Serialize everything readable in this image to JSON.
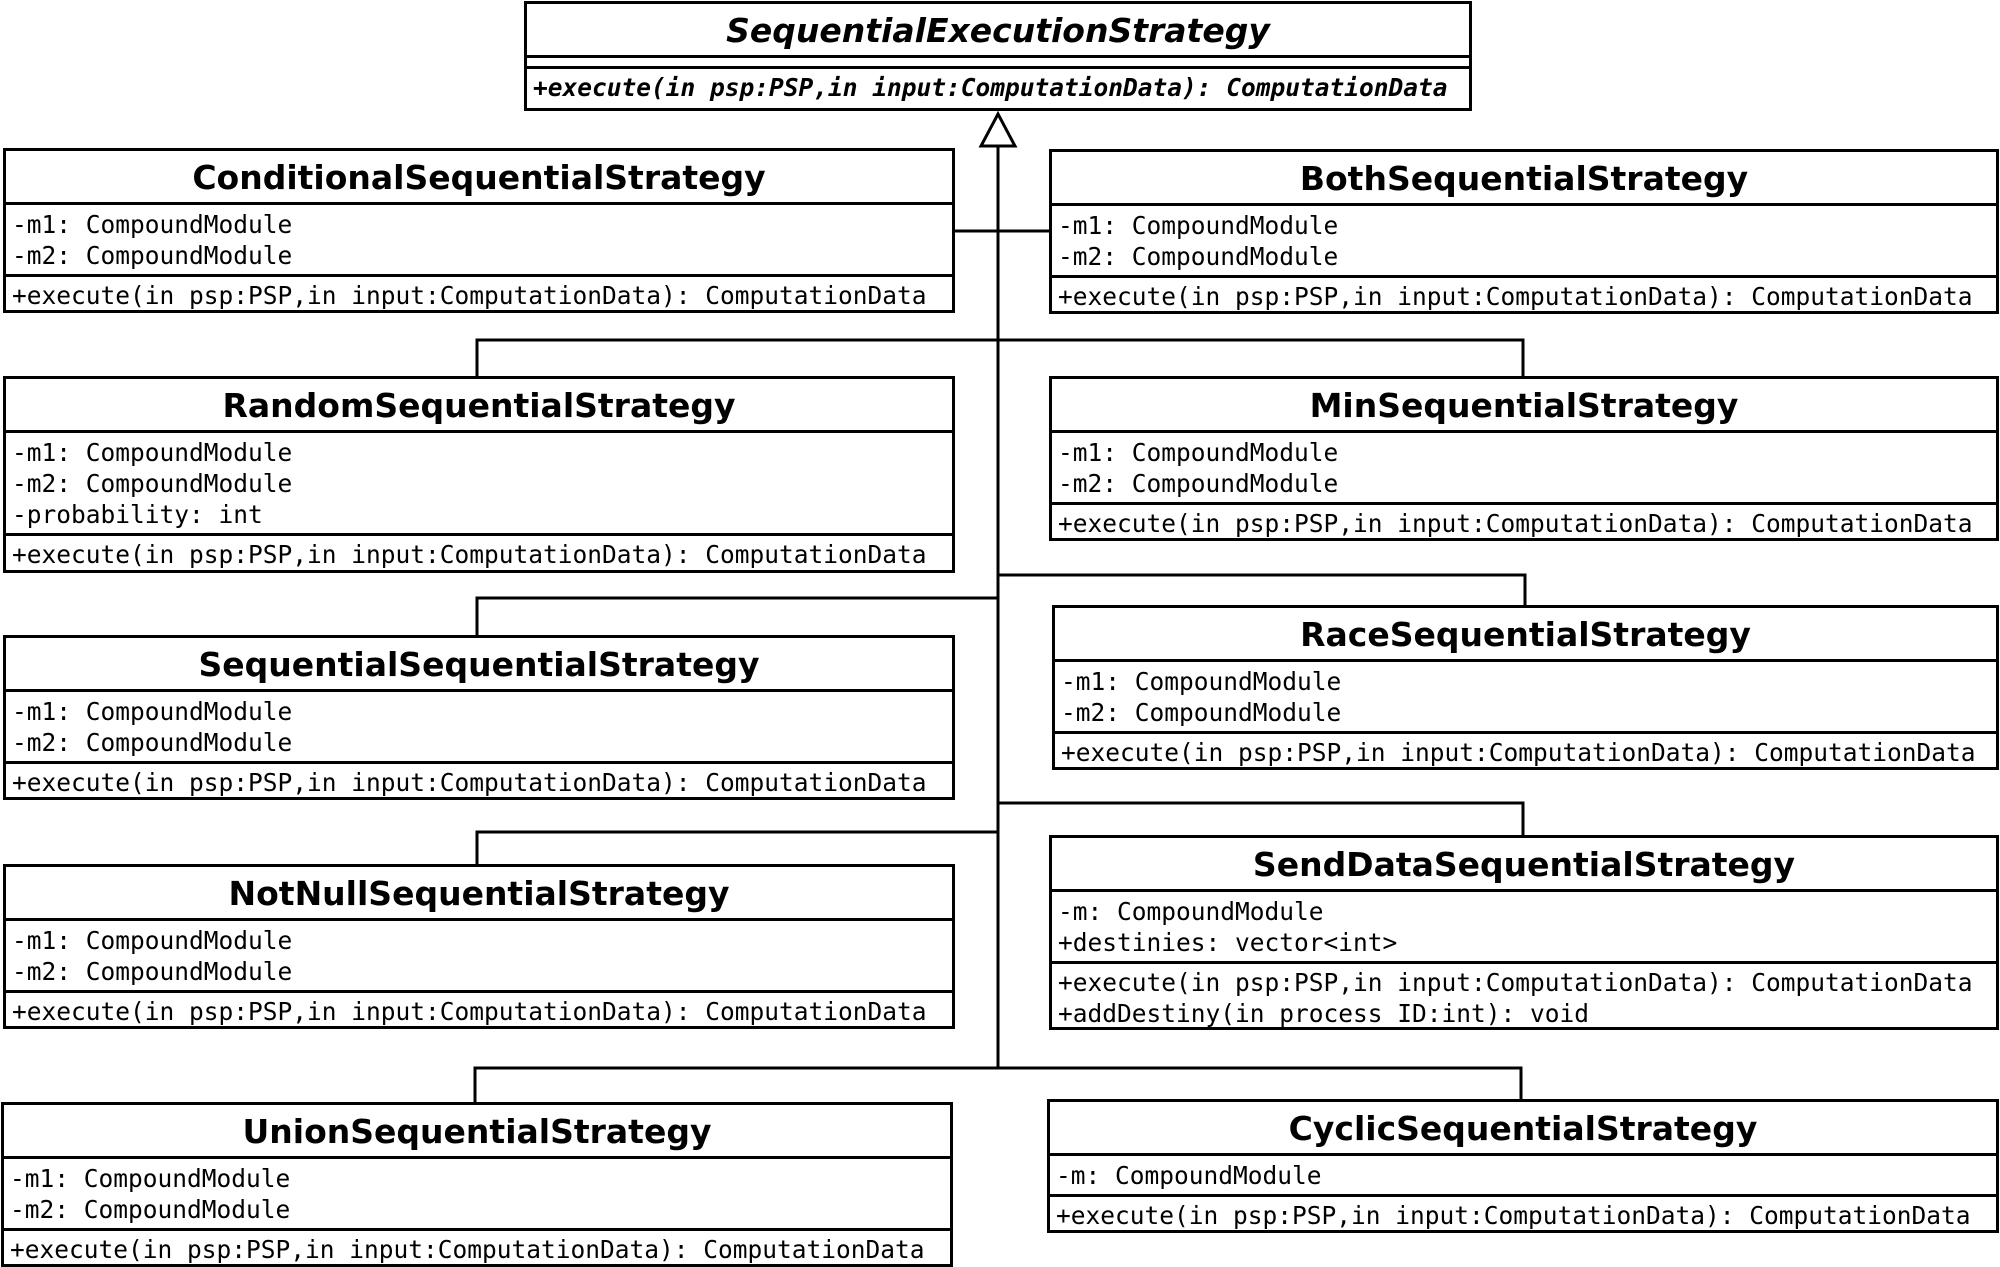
{
  "diagram": {
    "base": {
      "name": "SequentialExecutionStrategy",
      "attributes": [],
      "operations": [
        "+execute(in psp:PSP,in input:ComputationData): ComputationData"
      ]
    },
    "classes": [
      {
        "id": "conditional",
        "name": "ConditionalSequentialStrategy",
        "attributes": [
          "-m1: CompoundModule",
          "-m2: CompoundModule"
        ],
        "operations": [
          "+execute(in psp:PSP,in input:ComputationData): ComputationData"
        ]
      },
      {
        "id": "both",
        "name": "BothSequentialStrategy",
        "attributes": [
          "-m1: CompoundModule",
          "-m2: CompoundModule"
        ],
        "operations": [
          "+execute(in psp:PSP,in input:ComputationData): ComputationData"
        ]
      },
      {
        "id": "random",
        "name": "RandomSequentialStrategy",
        "attributes": [
          "-m1: CompoundModule",
          "-m2: CompoundModule",
          "-probability: int"
        ],
        "operations": [
          "+execute(in psp:PSP,in input:ComputationData): ComputationData"
        ]
      },
      {
        "id": "min",
        "name": "MinSequentialStrategy",
        "attributes": [
          "-m1: CompoundModule",
          "-m2: CompoundModule"
        ],
        "operations": [
          "+execute(in psp:PSP,in input:ComputationData): ComputationData"
        ]
      },
      {
        "id": "race",
        "name": "RaceSequentialStrategy",
        "attributes": [
          "-m1: CompoundModule",
          "-m2: CompoundModule"
        ],
        "operations": [
          "+execute(in psp:PSP,in input:ComputationData): ComputationData"
        ]
      },
      {
        "id": "sequential",
        "name": "SequentialSequentialStrategy",
        "attributes": [
          "-m1: CompoundModule",
          "-m2: CompoundModule"
        ],
        "operations": [
          "+execute(in psp:PSP,in input:ComputationData): ComputationData"
        ]
      },
      {
        "id": "senddata",
        "name": "SendDataSequentialStrategy",
        "attributes": [
          "-m: CompoundModule",
          "+destinies: vector<int>"
        ],
        "operations": [
          "+execute(in psp:PSP,in input:ComputationData): ComputationData",
          "+addDestiny(in process_ID:int): void"
        ]
      },
      {
        "id": "notnull",
        "name": "NotNullSequentialStrategy",
        "attributes": [
          "-m1: CompoundModule",
          "-m2: CompoundModule"
        ],
        "operations": [
          "+execute(in psp:PSP,in input:ComputationData): ComputationData"
        ]
      },
      {
        "id": "union",
        "name": "UnionSequentialStrategy",
        "attributes": [
          "-m1: CompoundModule",
          "-m2: CompoundModule"
        ],
        "operations": [
          "+execute(in psp:PSP,in input:ComputationData): ComputationData"
        ]
      },
      {
        "id": "cyclic",
        "name": "CyclicSequentialStrategy",
        "attributes": [
          "-m: CompoundModule"
        ],
        "operations": [
          "+execute(in psp:PSP,in input:ComputationData): ComputationData"
        ]
      }
    ],
    "relationship": "generalization"
  }
}
